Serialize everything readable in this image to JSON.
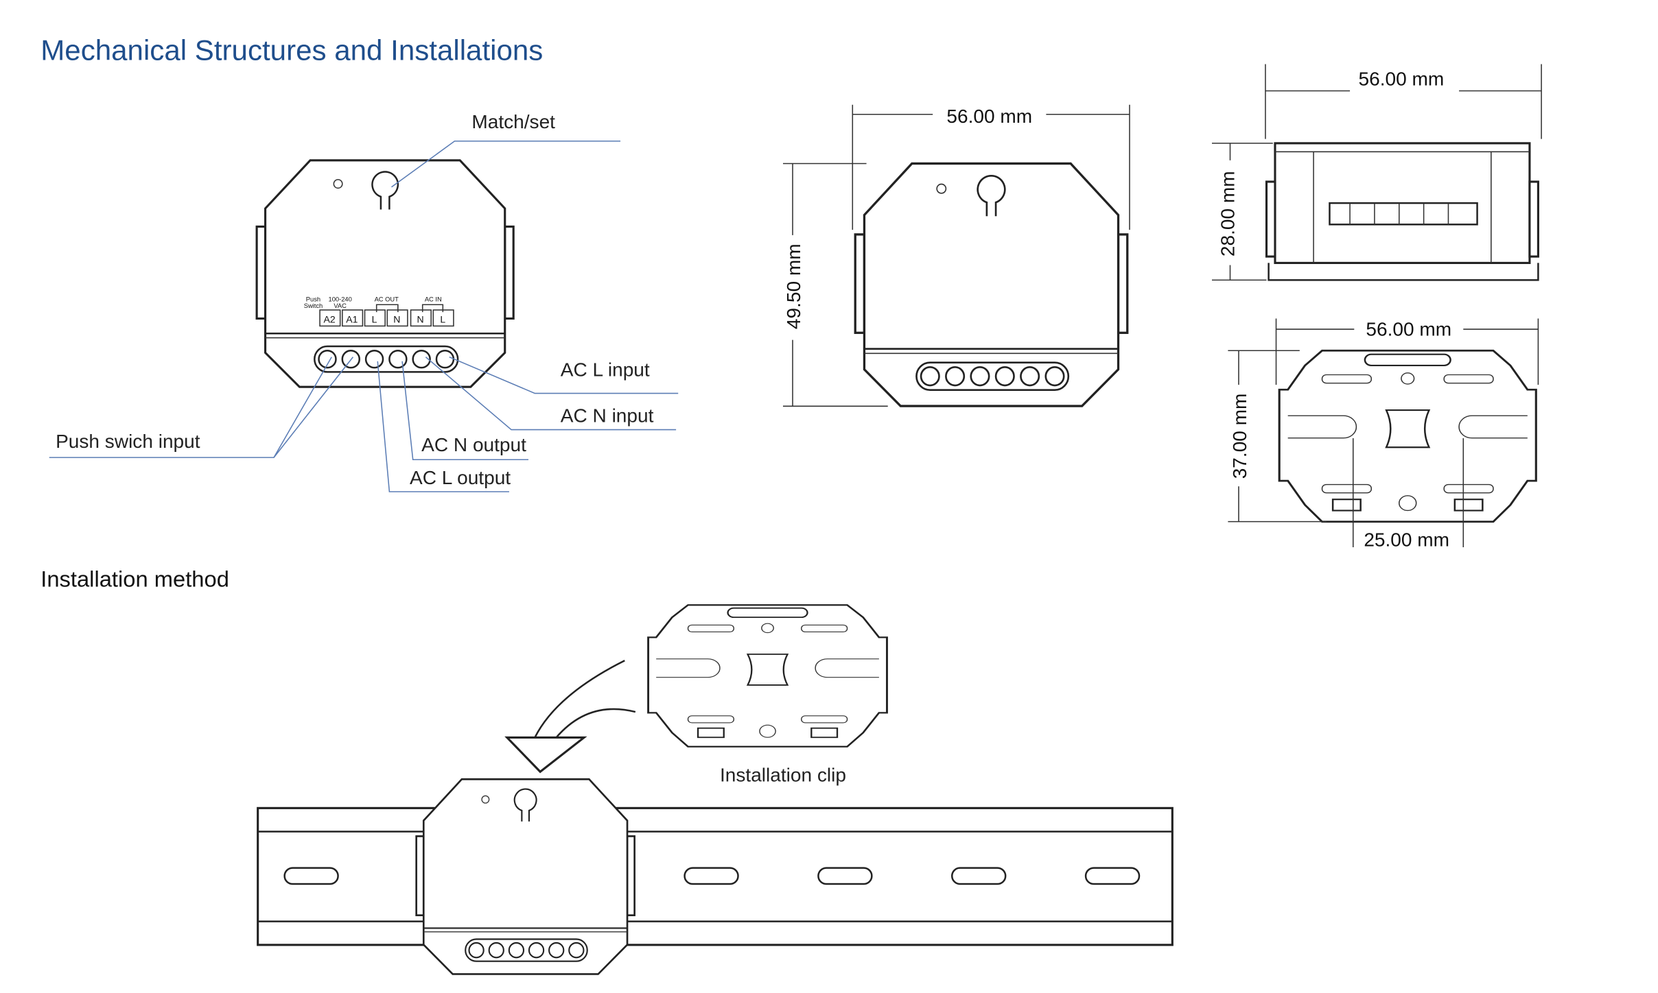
{
  "title": "Mechanical Structures and Installations",
  "callouts": {
    "match_set": "Match/set",
    "ac_l_input": "AC L input",
    "ac_n_input": "AC N input",
    "push_switch_input": "Push swich input",
    "ac_n_output": "AC N output",
    "ac_l_output": "AC L output"
  },
  "terminal_block": {
    "group_labels": {
      "push_switch": "Push Switch",
      "push": "Push",
      "switch": "Switch",
      "vac": "100-240 VAC",
      "vac_1": "100-240",
      "vac_2": "VAC",
      "ac_out": "AC OUT",
      "ac_in": "AC IN"
    },
    "terminals": [
      "A2",
      "A1",
      "L",
      "N",
      "N",
      "L"
    ]
  },
  "dimensions": {
    "front_width": "56.00 mm",
    "front_height": "49.50 mm",
    "side_width": "56.00 mm",
    "side_height": "28.00 mm",
    "clip_width": "56.00 mm",
    "clip_height": "37.00 mm",
    "clip_hole_spacing": "25.00 mm"
  },
  "installation": {
    "heading": "Installation method",
    "clip_label": "Installation clip"
  }
}
